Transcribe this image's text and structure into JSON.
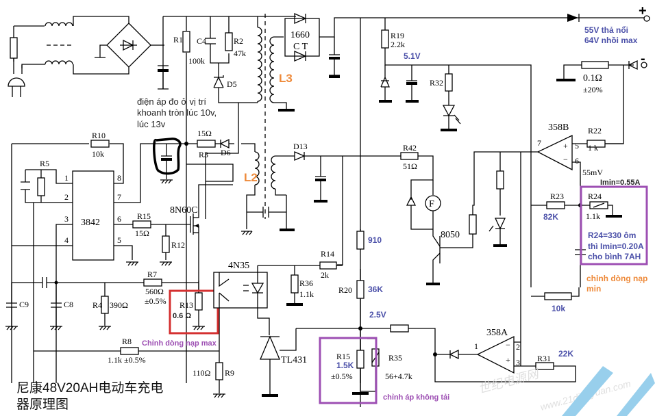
{
  "title": {
    "line1": "尼康48V20AH电动车充电",
    "line2": "器原理图"
  },
  "components": {
    "R1": {
      "name": "R1",
      "value": "100k"
    },
    "C4": {
      "name": "C4"
    },
    "R2": {
      "name": "R2",
      "value": "47k"
    },
    "D5": {
      "name": "D5"
    },
    "transformer_ic": {
      "name": "1660",
      "sub": "C T"
    },
    "R19": {
      "name": "R19",
      "value": "2.2k"
    },
    "R32": {
      "name": "R32"
    },
    "R_shunt": {
      "value": "0.1Ω",
      "tol": "±20%"
    },
    "R10": {
      "name": "R10",
      "value": "10k"
    },
    "R5": {
      "name": "R5"
    },
    "ic3842": {
      "name": "3842",
      "pins": [
        "1",
        "2",
        "3",
        "4",
        "5",
        "6",
        "7",
        "8"
      ]
    },
    "R3": {
      "name": "R3",
      "value": "15Ω"
    },
    "D6": {
      "name": "D6"
    },
    "D13": {
      "name": "D13"
    },
    "R42": {
      "name": "R42",
      "value": "51Ω"
    },
    "fan": {
      "symbol": "F"
    },
    "Q8050": {
      "name": "8050"
    },
    "mosfet": {
      "name": "8N60C"
    },
    "R15a": {
      "name": "R15",
      "value": "15Ω"
    },
    "R12": {
      "name": "R12"
    },
    "R14": {
      "name": "R14",
      "value": "2k"
    },
    "R36": {
      "name": "R36",
      "value": "1.1k"
    },
    "opto": {
      "name": "4N35"
    },
    "tl431": {
      "name": "TL431"
    },
    "R20": {
      "name": "R20",
      "value": "36K"
    },
    "R910": {
      "value": "910"
    },
    "R7": {
      "name": "R7",
      "value": "560Ω",
      "tol": "±0.5%"
    },
    "R4": {
      "name": "R4",
      "value": "390Ω"
    },
    "R13": {
      "name": "R13",
      "value": "0.6 Ω"
    },
    "R8": {
      "name": "R8",
      "value": "1.1k ±0.5%"
    },
    "R9": {
      "name": "R9",
      "value": "110Ω"
    },
    "C9": {
      "name": "C9"
    },
    "C8": {
      "name": "C8"
    },
    "R15b": {
      "name": "R15",
      "value": "1.5K",
      "tol": "±0.5%"
    },
    "R35": {
      "name": "R35",
      "value": "56+4.7k"
    },
    "op358B": {
      "name": "358B",
      "pins": {
        "out": "7",
        "plus": "5",
        "minus": "6"
      },
      "plus_sign": "+",
      "minus_sign": "−"
    },
    "R22": {
      "name": "R22",
      "value": "1 k"
    },
    "R23": {
      "name": "R23",
      "value": "82K"
    },
    "R24": {
      "name": "R24",
      "value": "1.1k"
    },
    "R10k": {
      "value": "10k"
    },
    "op358A": {
      "name": "358A",
      "pins": {
        "out": "1",
        "minus": "2",
        "plus": "3"
      },
      "plus_sign": "+",
      "minus_sign": "−"
    },
    "R31": {
      "name": "R31",
      "value": "22K"
    }
  },
  "labels": {
    "L2": "L2",
    "L3": "L3",
    "v51": "5.1V",
    "v25": "2.5V",
    "mv55": "55mV",
    "imin": "Imin=0.55A",
    "out_plus": "+",
    "out_minus": "-"
  },
  "annotations": {
    "measure": [
      "điện áp đo ở vị  trí",
      "khoanh tròn lúc 10v,",
      "lúc 13v"
    ],
    "float_voltage": [
      "55V thả nổi",
      "64V nhồi max"
    ],
    "r24_note": [
      "R24=330 ôm",
      "thì Imin=0.20A",
      "cho bình 7AH"
    ],
    "min_current": [
      "chỉnh dòng nạp",
      "min"
    ],
    "max_current": "Chỉnh dòng nạp max",
    "no_load": "chỉnh áp không tải"
  },
  "watermark": [
    "世纪电源网",
    "www.21dianyuan.com"
  ],
  "colors": {
    "wire": "#000000",
    "blue_note": "#4a4fa8",
    "orange_note": "#ee8a3a",
    "purple_note": "#9d4fb3",
    "red_box": "#d43030",
    "purple_box": "#9d4fb3"
  }
}
